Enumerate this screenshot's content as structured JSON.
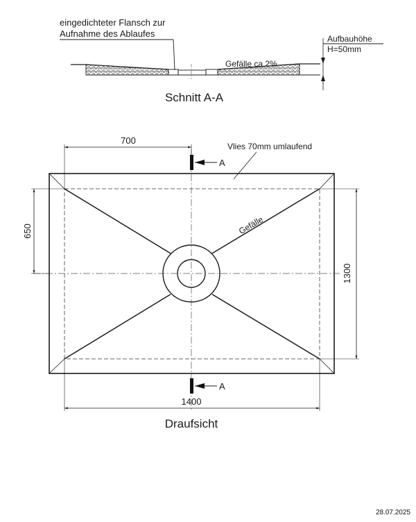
{
  "section": {
    "title": "Schnitt A-A",
    "flange_note_line1": "eingedichteter Flansch zur",
    "flange_note_line2": "Aufnahme des Ablaufes",
    "slope_label": "Gefälle ca.2%",
    "height_label_line1": "Aufbauhöhe",
    "height_label_line2": "H=50mm"
  },
  "plan": {
    "title": "Draufsicht",
    "dim_top": "700",
    "dim_left": "650",
    "dim_right": "1300",
    "dim_bottom": "1400",
    "fleece_note": "Vlies 70mm umlaufend",
    "slope_label": "Gefälle",
    "section_marker_top": "A",
    "section_marker_bottom": "A"
  },
  "footer": {
    "date": "28.07.2025"
  },
  "colors": {
    "line": "#1a1a1a",
    "hidden_line": "#555555",
    "background": "#ffffff"
  }
}
